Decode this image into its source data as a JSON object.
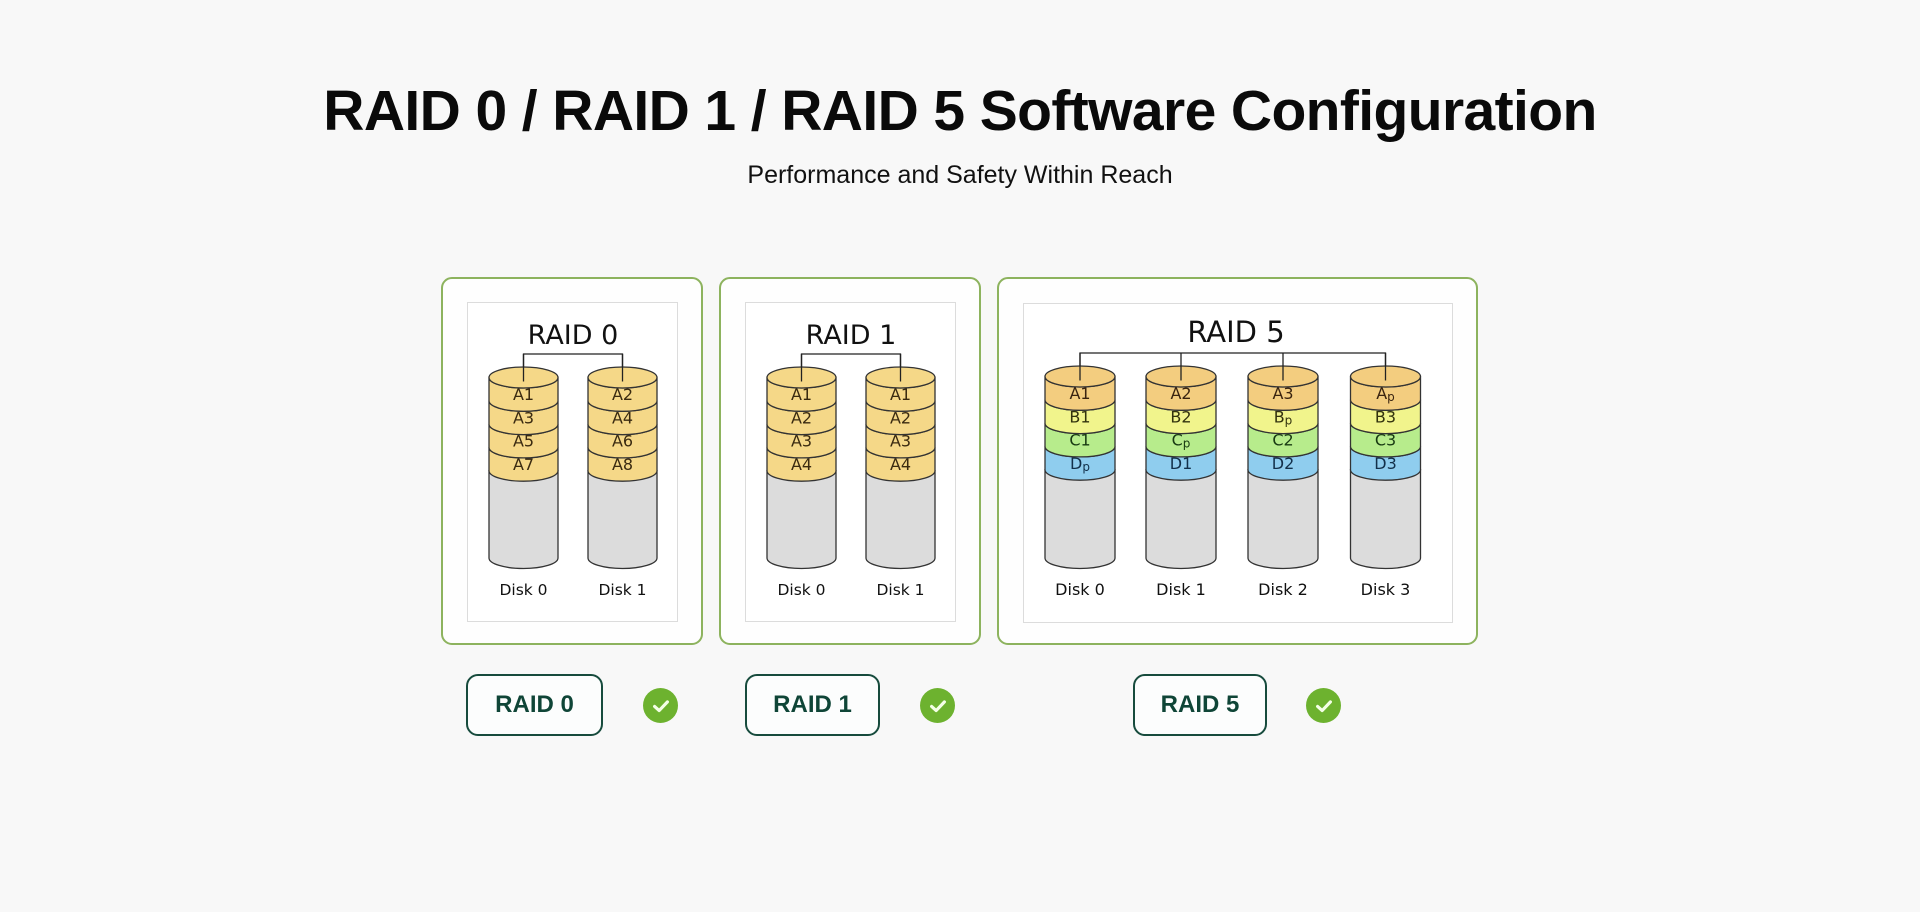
{
  "header": {
    "title": "RAID 0 / RAID 1 / RAID 5 Software Configuration",
    "subtitle": "Performance and Safety Within Reach"
  },
  "colors": {
    "card_border": "#8db35e",
    "button_border": "#174b3d",
    "button_text": "#0f4537",
    "check": "#6db22f",
    "disk_empty": "#dcdcdc",
    "stripe_a": "#f3cd7f",
    "stripe_b": "#f1f48c",
    "stripe_c": "#b7ec8c",
    "stripe_d": "#8fcdee"
  },
  "raids": [
    {
      "title": "RAID 0",
      "button_label": "RAID 0",
      "status_icon": "check-circle-icon",
      "disks": [
        {
          "label": "Disk 0",
          "stripes": [
            {
              "text": "A1",
              "sub": "",
              "color": "#f5d888",
              "ink": "#3a2a10"
            },
            {
              "text": "A3",
              "sub": "",
              "color": "#f5d888",
              "ink": "#3a2a10"
            },
            {
              "text": "A5",
              "sub": "",
              "color": "#f5d888",
              "ink": "#3a2a10"
            },
            {
              "text": "A7",
              "sub": "",
              "color": "#f5d888",
              "ink": "#3a2a10"
            }
          ]
        },
        {
          "label": "Disk 1",
          "stripes": [
            {
              "text": "A2",
              "sub": "",
              "color": "#f5d888",
              "ink": "#3a2a10"
            },
            {
              "text": "A4",
              "sub": "",
              "color": "#f5d888",
              "ink": "#3a2a10"
            },
            {
              "text": "A6",
              "sub": "",
              "color": "#f5d888",
              "ink": "#3a2a10"
            },
            {
              "text": "A8",
              "sub": "",
              "color": "#f5d888",
              "ink": "#3a2a10"
            }
          ]
        }
      ]
    },
    {
      "title": "RAID 1",
      "button_label": "RAID 1",
      "status_icon": "check-circle-icon",
      "disks": [
        {
          "label": "Disk 0",
          "stripes": [
            {
              "text": "A1",
              "sub": "",
              "color": "#f5d888",
              "ink": "#3a2a10"
            },
            {
              "text": "A2",
              "sub": "",
              "color": "#f5d888",
              "ink": "#3a2a10"
            },
            {
              "text": "A3",
              "sub": "",
              "color": "#f5d888",
              "ink": "#3a2a10"
            },
            {
              "text": "A4",
              "sub": "",
              "color": "#f5d888",
              "ink": "#3a2a10"
            }
          ]
        },
        {
          "label": "Disk 1",
          "stripes": [
            {
              "text": "A1",
              "sub": "",
              "color": "#f5d888",
              "ink": "#3a2a10"
            },
            {
              "text": "A2",
              "sub": "",
              "color": "#f5d888",
              "ink": "#3a2a10"
            },
            {
              "text": "A3",
              "sub": "",
              "color": "#f5d888",
              "ink": "#3a2a10"
            },
            {
              "text": "A4",
              "sub": "",
              "color": "#f5d888",
              "ink": "#3a2a10"
            }
          ]
        }
      ]
    },
    {
      "title": "RAID 5",
      "button_label": "RAID 5",
      "status_icon": "check-circle-icon",
      "disks": [
        {
          "label": "Disk 0",
          "stripes": [
            {
              "text": "A1",
              "sub": "",
              "color": "#f3cd7f",
              "ink": "#3a2410"
            },
            {
              "text": "B1",
              "sub": "",
              "color": "#f1f48c",
              "ink": "#33330e"
            },
            {
              "text": "C1",
              "sub": "",
              "color": "#b7ec8c",
              "ink": "#183a12"
            },
            {
              "text": "D",
              "sub": "p",
              "color": "#8fcdee",
              "ink": "#13304a"
            }
          ]
        },
        {
          "label": "Disk 1",
          "stripes": [
            {
              "text": "A2",
              "sub": "",
              "color": "#f3cd7f",
              "ink": "#3a2410"
            },
            {
              "text": "B2",
              "sub": "",
              "color": "#f1f48c",
              "ink": "#33330e"
            },
            {
              "text": "C",
              "sub": "p",
              "color": "#b7ec8c",
              "ink": "#183a12"
            },
            {
              "text": "D1",
              "sub": "",
              "color": "#8fcdee",
              "ink": "#13304a"
            }
          ]
        },
        {
          "label": "Disk 2",
          "stripes": [
            {
              "text": "A3",
              "sub": "",
              "color": "#f3cd7f",
              "ink": "#3a2410"
            },
            {
              "text": "B",
              "sub": "p",
              "color": "#f1f48c",
              "ink": "#33330e"
            },
            {
              "text": "C2",
              "sub": "",
              "color": "#b7ec8c",
              "ink": "#183a12"
            },
            {
              "text": "D2",
              "sub": "",
              "color": "#8fcdee",
              "ink": "#13304a"
            }
          ]
        },
        {
          "label": "Disk 3",
          "stripes": [
            {
              "text": "A",
              "sub": "p",
              "color": "#f3cd7f",
              "ink": "#3a2410"
            },
            {
              "text": "B3",
              "sub": "",
              "color": "#f1f48c",
              "ink": "#33330e"
            },
            {
              "text": "C3",
              "sub": "",
              "color": "#b7ec8c",
              "ink": "#183a12"
            },
            {
              "text": "D3",
              "sub": "",
              "color": "#8fcdee",
              "ink": "#13304a"
            }
          ]
        }
      ]
    }
  ]
}
